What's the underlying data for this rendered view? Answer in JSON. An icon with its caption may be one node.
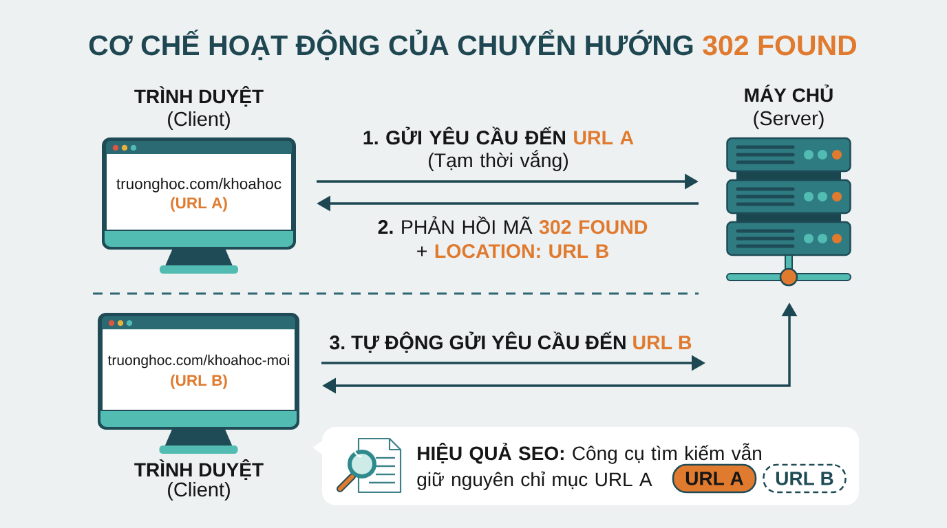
{
  "diagram": {
    "title": "CƠ CHẾ HOẠT ĐỘNG CỦA CHUYỂN HƯỚNG 302 FOUND",
    "nodes": [
      {
        "text": [
          "TRÌNH DUYỆT",
          "(Client)",
          "truonghoc.com/khoahoc",
          "(URL A)"
        ]
      },
      {
        "text": [
          "MÁY CHỦ",
          "(Server)"
        ]
      },
      {
        "text": [
          "truonghoc.com/khoahoc-moi",
          "(URL B)",
          "TRÌNH DUYỆT",
          "(Client)"
        ]
      },
      {
        "text": [
          "**HIỆU QUẢ SEO:** Công cụ tìm kiếm vẫn giữ nguyên chỉ mục URL A"
        ]
      },
      {
        "text": [
          "URL A"
        ],
        "in": 3
      },
      {
        "text": [
          "URL B"
        ],
        "in": 3
      }
    ],
    "edges": [
      {
        "from": 0,
        "to": 1,
        "arrow": "to",
        "label": "**1. GỬI YÊU CẦU ĐẾN URL A** (Tạm thời vắng)"
      },
      {
        "from": 1,
        "to": 0,
        "arrow": "to",
        "label": "**2.** PHẢN HỒI MÃ **302 FOUND** + **LOCATION: URL B**"
      },
      {
        "from": 2,
        "to": null,
        "arrow": "to",
        "label": "3. TỰ ĐỘNG GỬI YÊU CẦU ĐẾN URL B"
      },
      {
        "from": 1,
        "to": 2,
        "arrow": "both"
      }
    ]
  }
}
